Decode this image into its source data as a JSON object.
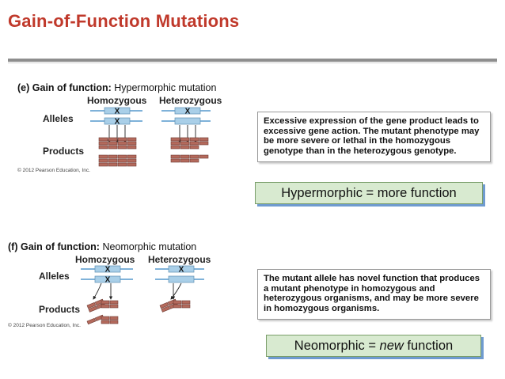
{
  "slide": {
    "title": "Gain-of-Function Mutations"
  },
  "panels": [
    {
      "letter": "(e)",
      "heading": "Gain of function:",
      "subheading": "Hypermorphic mutation",
      "col_homozygous": "Homozygous",
      "col_heterozygous": "Heterozygous",
      "row_alleles": "Alleles",
      "row_products": "Products",
      "mutation_mark": "X",
      "copyright": "© 2012 Pearson Education, Inc.",
      "description": "Excessive expression of the gene product leads to excessive gene action. The mutant phenotype may be more severe or lethal in the homozygous genotype than in the heterozygous genotype.",
      "callout": "Hypermorphic = more function"
    },
    {
      "letter": "(f)",
      "heading": "Gain of function:",
      "subheading": "Neomorphic mutation",
      "col_homozygous": "Homozygous",
      "col_heterozygous": "Heterozygous",
      "row_alleles": "Alleles",
      "row_products": "Products",
      "mutation_mark": "X",
      "copyright": "© 2012 Pearson Education, Inc.",
      "description": "The mutant allele has novel function that produces a mutant phenotype in homozygous and heterozygous organisms, and may be more severe in homozygous organisms.",
      "callout_prefix": "Neomorphic = ",
      "callout_emphasis": "new",
      "callout_suffix": " function"
    }
  ],
  "colors": {
    "title": "#c0392b",
    "gene_box": "#a9cfe8",
    "dna_line": "#7fb2d9",
    "product_brick": "#b46a5c",
    "callout_fill": "#d8ead0",
    "callout_shadow": "#6f9bd0"
  }
}
